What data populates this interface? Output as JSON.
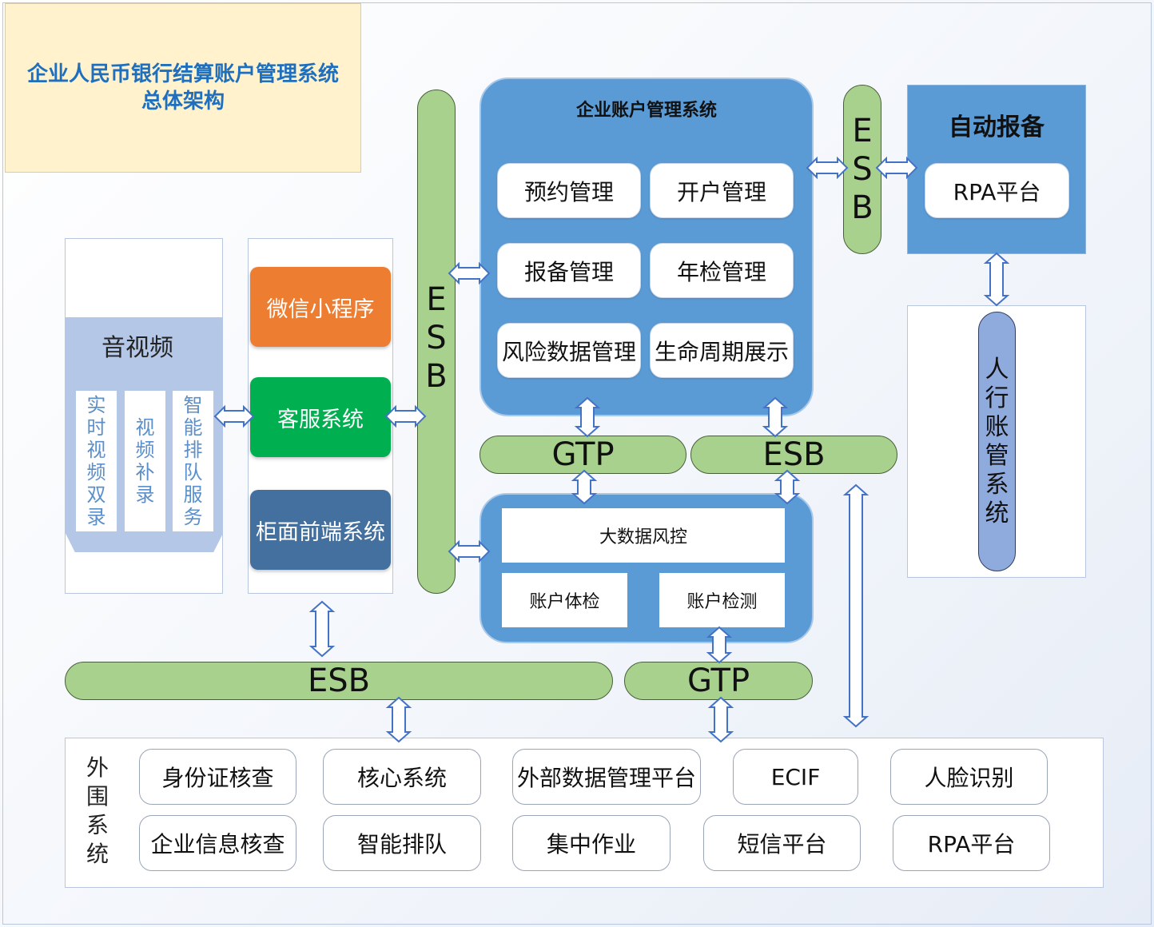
{
  "title": {
    "line1": "企业人民币银行结算账户管理系统",
    "line2": "总体架构"
  },
  "av": {
    "title": "音视频",
    "cols": [
      {
        "chars": [
          "实",
          "时",
          "视",
          "频",
          "双",
          "录"
        ]
      },
      {
        "chars": [
          "视",
          "频",
          "补",
          "录"
        ]
      },
      {
        "chars": [
          "智",
          "能",
          "排",
          "队",
          "服",
          "务"
        ]
      }
    ]
  },
  "channels": {
    "wechat": "微信小程序",
    "service": "客服系统",
    "counter": "柜面前端系统",
    "colors": {
      "wechat": "#ed7d31",
      "service": "#00b050",
      "counter": "#44709f"
    }
  },
  "esb_left": [
    "E",
    "S",
    "B"
  ],
  "esb_right": [
    "E",
    "S",
    "B"
  ],
  "core": {
    "title": "企业账户管理系统",
    "modules": [
      "预约管理",
      "开户管理",
      "报备管理",
      "年检管理",
      "风险数据管理",
      "生命周期展示"
    ]
  },
  "auto": {
    "title": "自动报备",
    "rpa": "RPA平台"
  },
  "pboc": {
    "chars": [
      "人",
      "行",
      "账",
      "管",
      "系",
      "统"
    ]
  },
  "mid_bus": {
    "gtp": "GTP",
    "esb": "ESB"
  },
  "risk": {
    "title": "大数据风控",
    "a": "账户体检",
    "b": "账户检测"
  },
  "bottom_bus": {
    "esb": "ESB",
    "gtp": "GTP"
  },
  "external": {
    "label": [
      "外",
      "围",
      "系",
      "统"
    ],
    "items": [
      "身份证核查",
      "核心系统",
      "外部数据管理平台",
      "ECIF",
      "人脸识别",
      "企业信息核查",
      "智能排队",
      "集中作业",
      "短信平台",
      "RPA平台"
    ]
  },
  "colors": {
    "bus": "#a9d18e",
    "panel": "#5b9bd5",
    "title_text": "#1f6fbf"
  }
}
